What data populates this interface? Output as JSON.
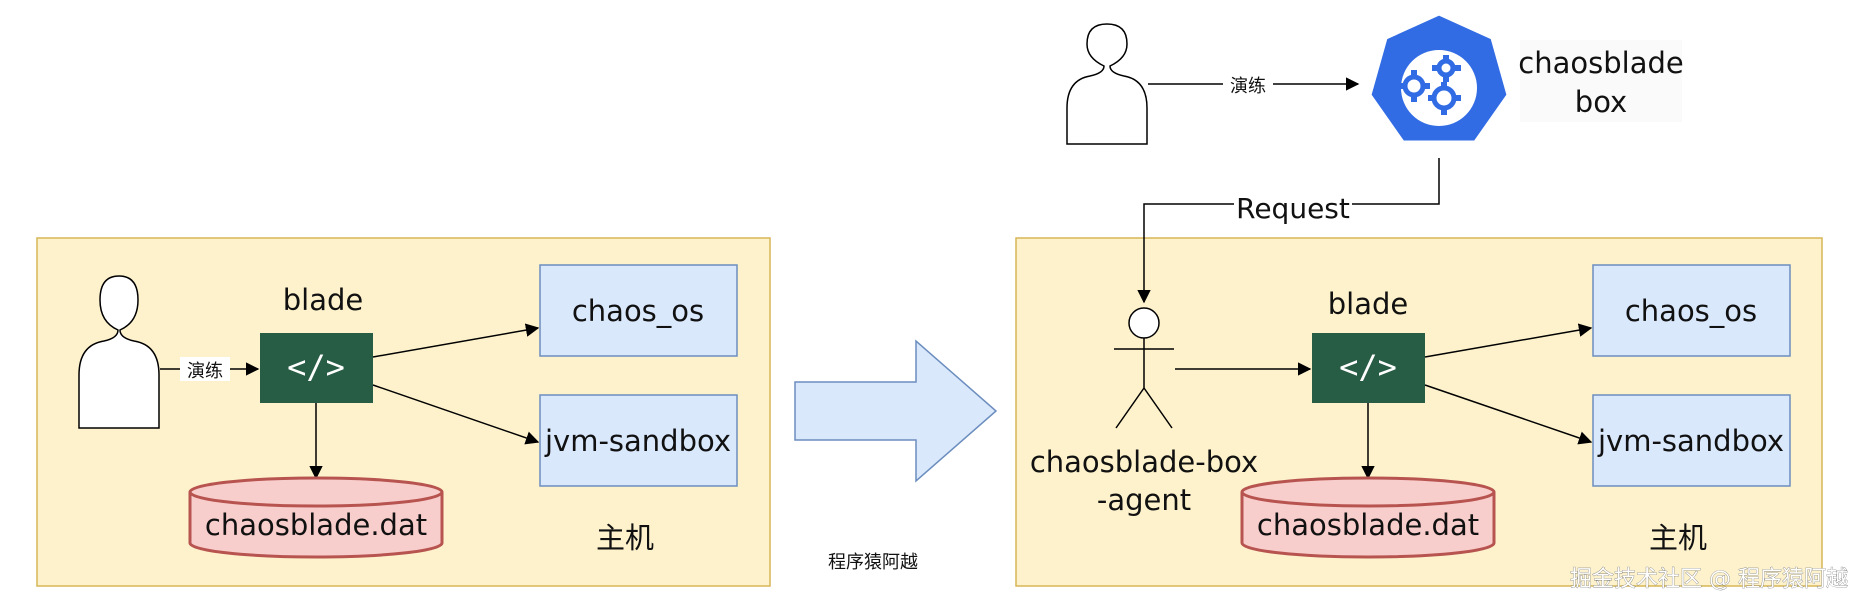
{
  "left_panel": {
    "host_label": "主机",
    "blade_label": "blade",
    "code_icon_text": "</>",
    "drill_label": "演练",
    "chaos_os": "chaos_os",
    "jvm_sandbox": "jvm-sandbox",
    "db_label": "chaosblade.dat"
  },
  "center": {
    "caption": "程序猿阿越"
  },
  "right_panel": {
    "host_label": "主机",
    "blade_label": "blade",
    "code_icon_text": "</>",
    "chaos_os": "chaos_os",
    "jvm_sandbox": "jvm-sandbox",
    "db_label": "chaosblade.dat",
    "agent_line1": "chaosblade-box",
    "agent_line2": "-agent",
    "request_label": "Request",
    "drill_label": "演练",
    "box_line1": "chaosblade",
    "box_line2": "box"
  },
  "watermark": "掘金技术社区 @ 程序猿阿越",
  "colors": {
    "host_fill": "#fdf2cc",
    "host_stroke": "#d6b656",
    "module_fill": "#dae8fc",
    "module_stroke": "#6c8ebf",
    "code_fill": "#275c45",
    "db_fill": "#f8cecc",
    "db_stroke": "#b85450",
    "k8s_blue": "#326ce5"
  }
}
